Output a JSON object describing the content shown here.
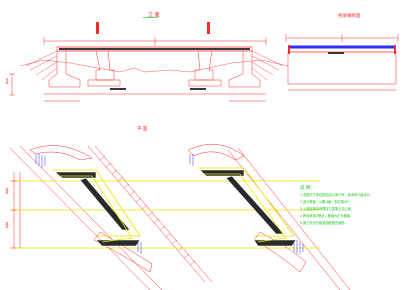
{
  "titles": {
    "elevation": "立 面",
    "cross_section": "桥梁横断面",
    "plan": "平 面"
  },
  "notes": {
    "heading": "说 明：",
    "items": [
      "1.本图尺寸单位除标高以米计外，其余均以厘米计。",
      "2.设计荷载：公路-Ⅱ级，斜交角45°。",
      "3.上部结构采用预应力混凝土空心板。",
      "4.桥台采用U型台，基础为扩大基础。",
      "5.施工时应与相关图纸配合使用。"
    ]
  },
  "labels": {
    "left_dim": "桥长",
    "plan_dim_1": "桥宽",
    "plan_dim_2": "桥宽"
  },
  "colors": {
    "line": "#ff2a2a",
    "blue": "#2d2dff",
    "yellow": "#e8e800",
    "green": "#10c010",
    "white_line": "#5a5a5a"
  }
}
